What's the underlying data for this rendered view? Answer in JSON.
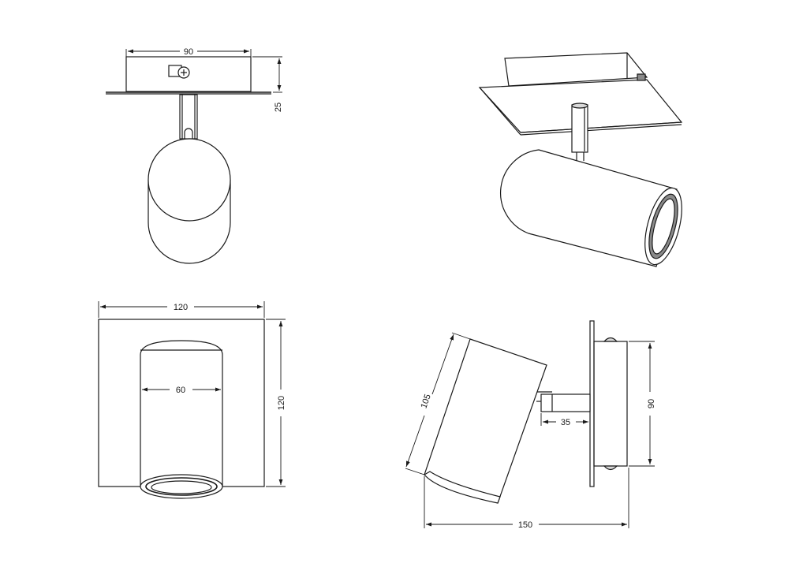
{
  "dimensions": {
    "top_view_width": "90",
    "top_view_height": "25",
    "front_view_width": "120",
    "front_view_height": "120",
    "front_view_inner_width": "60",
    "side_view_body_length": "105",
    "side_view_arm": "35",
    "side_view_plate_height": "90",
    "side_view_total_depth": "150"
  }
}
